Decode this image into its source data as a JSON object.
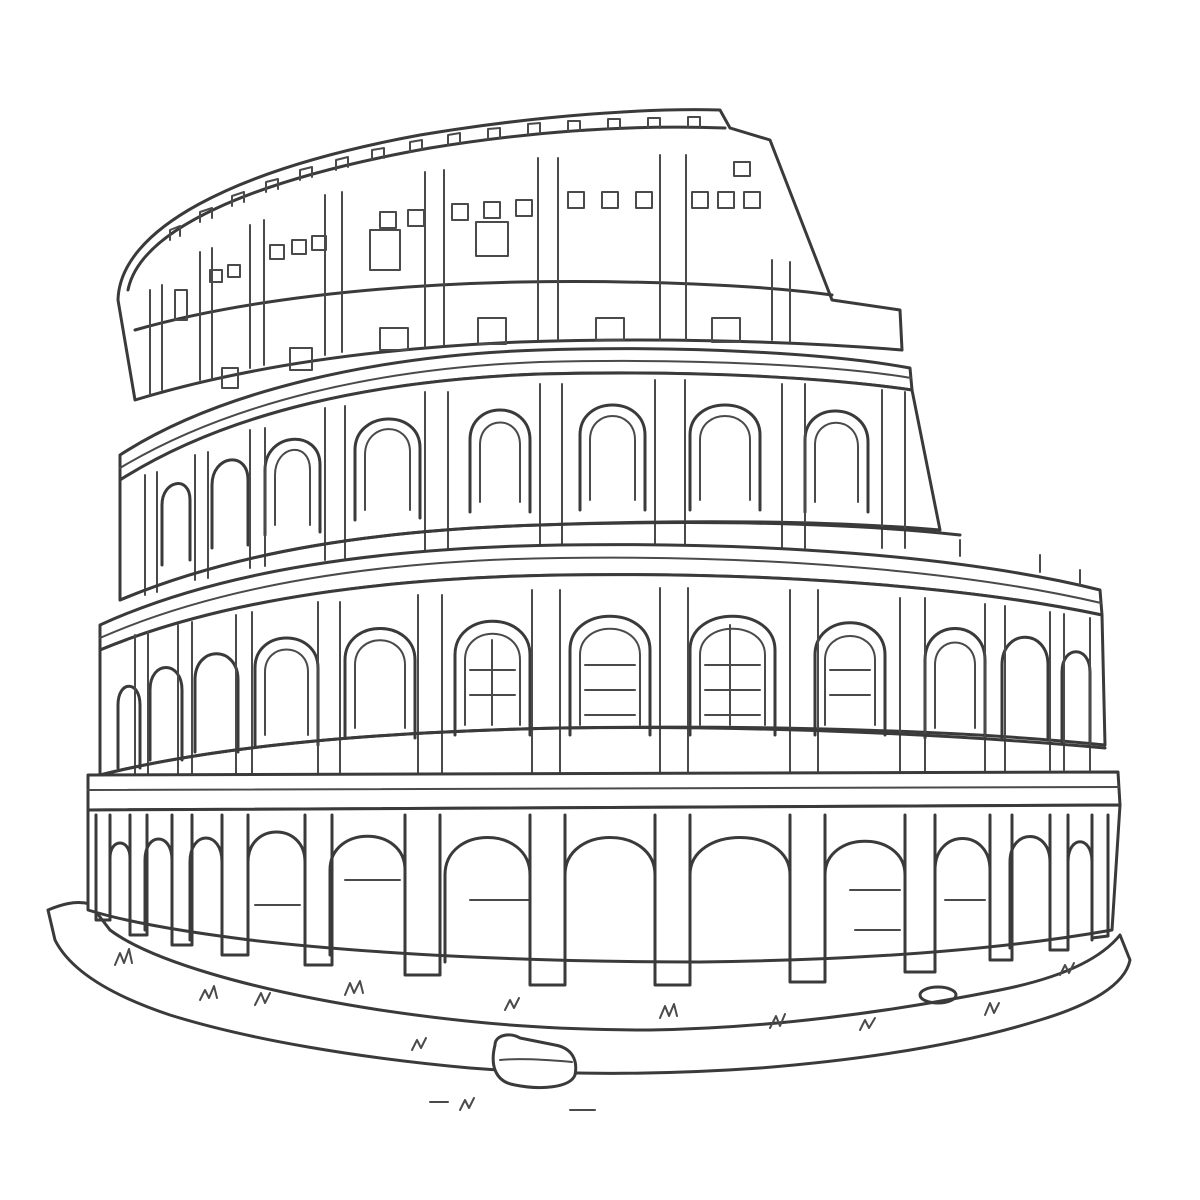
{
  "illustration": {
    "subject": "colosseum",
    "style": "line-art",
    "stroke_color": "#3a3a3a",
    "background_color": "#ffffff",
    "tiers": 4,
    "arcade_levels": 3
  }
}
